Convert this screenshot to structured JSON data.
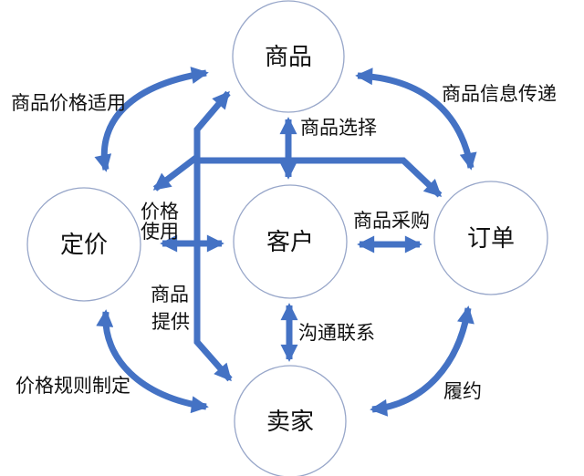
{
  "diagram": {
    "title": "e-commerce entity relationship diagram",
    "colors": {
      "arrow_blue": "#4472C4",
      "circle_outline": "#97A6C9",
      "text": "#111111",
      "background": "#FFFFFF"
    },
    "nodes": [
      {
        "id": "product",
        "label": "商品"
      },
      {
        "id": "pricing",
        "label": "定价"
      },
      {
        "id": "customer",
        "label": "客户"
      },
      {
        "id": "order",
        "label": "订单"
      },
      {
        "id": "seller",
        "label": "卖家"
      }
    ],
    "edge_labels": {
      "price_apply": "商品价格适用",
      "info_transfer": "商品信息传递",
      "product_select": "商品选择",
      "price_use_line1": "价格",
      "price_use_line2": "使用",
      "product_purchase": "商品采购",
      "product_provide_line1": "商品",
      "product_provide_line2": "提供",
      "communication": "沟通联系",
      "price_rule": "价格规则制定",
      "fulfillment": "履约"
    },
    "edges": [
      {
        "from": "pricing",
        "to": "product",
        "label": "商品价格适用",
        "style": "curved double arrow"
      },
      {
        "from": "product",
        "to": "order",
        "label": "商品信息传递",
        "style": "curved double arrow"
      },
      {
        "from": "product",
        "to": "customer",
        "label": "商品选择",
        "style": "straight double arrow"
      },
      {
        "from": "pricing",
        "to": "customer",
        "label": "价格使用",
        "style": "straight double arrow"
      },
      {
        "from": "customer",
        "to": "order",
        "label": "商品采购",
        "style": "straight double arrow"
      },
      {
        "from": "customer",
        "to": "seller",
        "label": "沟通联系",
        "style": "straight double arrow"
      },
      {
        "from": "pricing",
        "to": "order",
        "label": "价格使用",
        "style": "elbow connector"
      },
      {
        "from": "pricing",
        "to": "seller",
        "label": "商品提供",
        "style": "elbow connector"
      },
      {
        "from": "pricing",
        "to": "seller",
        "label": "价格规则制定",
        "style": "curved double arrow"
      },
      {
        "from": "order",
        "to": "seller",
        "label": "履约",
        "style": "curved double arrow"
      }
    ]
  }
}
